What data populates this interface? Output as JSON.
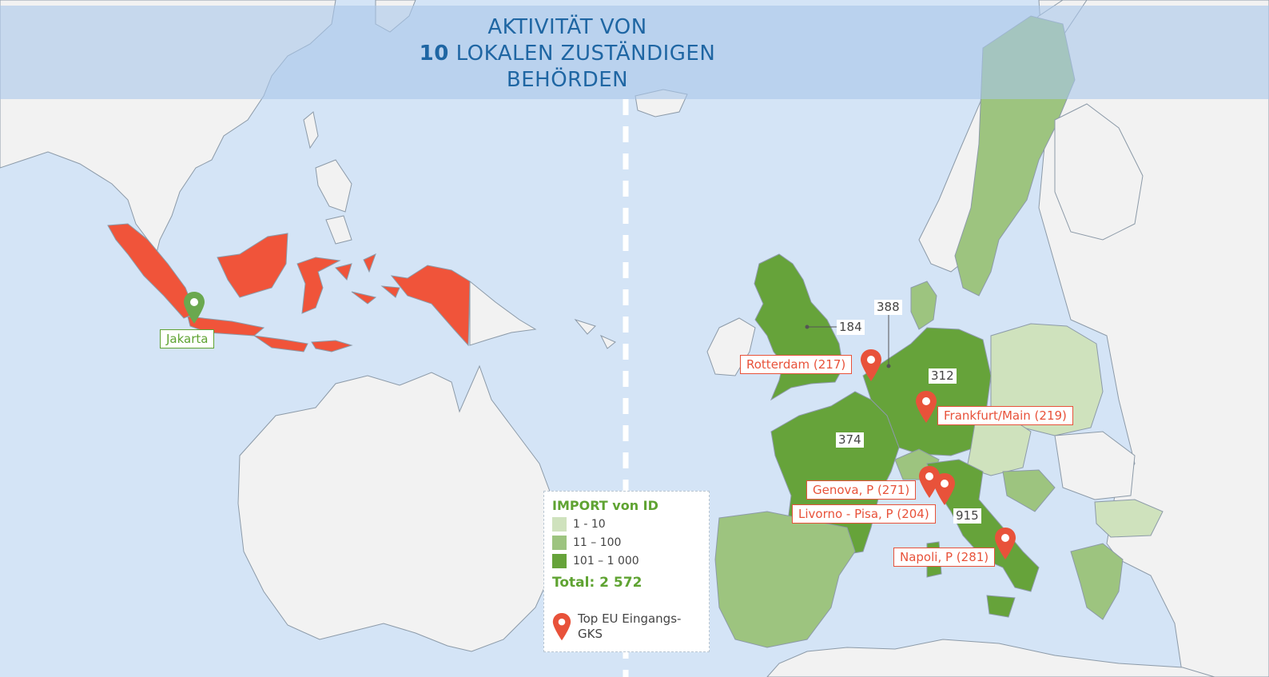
{
  "title": {
    "line1": "AKTIVITÄT VON",
    "line2_number": "10",
    "line2_text": " LOKALEN ZUSTÄNDIGEN",
    "line3": "BEHÖRDEN"
  },
  "origin_pin": {
    "label": "Jakarta",
    "color": "#6aa84f"
  },
  "entry_points": [
    {
      "label": "Rotterdam (217)"
    },
    {
      "label": "Frankfurt/Main (219)"
    },
    {
      "label": "Genova, P (271)"
    },
    {
      "label": "Livorno - Pisa, P (204)"
    },
    {
      "label": "Napoli, P (281)"
    }
  ],
  "country_values": [
    {
      "country": "United Kingdom",
      "value": "184"
    },
    {
      "country": "Netherlands",
      "value": "388"
    },
    {
      "country": "Germany",
      "value": "312"
    },
    {
      "country": "France",
      "value": "374"
    },
    {
      "country": "Italy",
      "value": "915"
    }
  ],
  "legend": {
    "title": "IMPORT von ID",
    "classes": [
      {
        "label": "1 - 10",
        "color": "#cfe2bd"
      },
      {
        "label": "11 – 100",
        "color": "#9dc47f"
      },
      {
        "label": "101 – 1 000",
        "color": "#66a33a"
      }
    ],
    "total_label": "Total: ",
    "total_value": "2 572",
    "pin_label": "Top EU Eingangs-GKS"
  },
  "colors": {
    "sea": "#d4e4f6",
    "land": "#f2f2f2",
    "exporter": "#f0543a",
    "header_band": "#a9c6ea",
    "pin_red": "#e8523a"
  },
  "icons": [
    "map-pin-icon"
  ]
}
